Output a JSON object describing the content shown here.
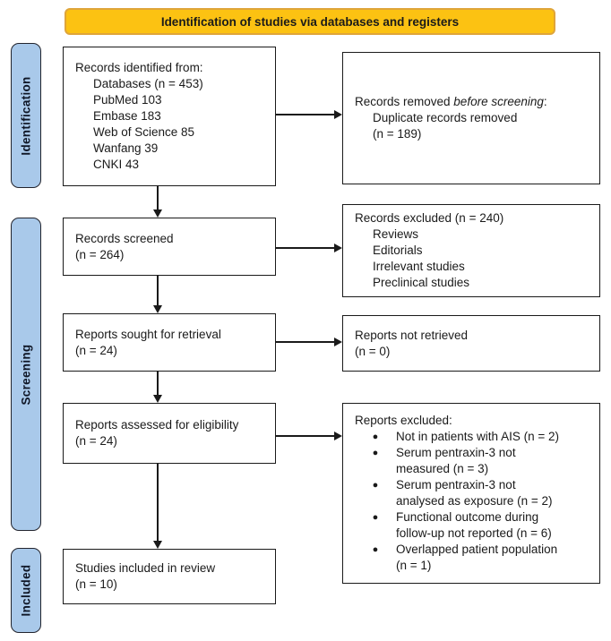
{
  "banner": {
    "label": "Identification of studies via databases and registers"
  },
  "stages": [
    {
      "label": "Identification"
    },
    {
      "label": "Screening"
    },
    {
      "label": "Included"
    }
  ],
  "flow": {
    "records_identified": {
      "title": "Records identified from:",
      "items": [
        "Databases (n = 453)",
        "PubMed 103",
        "Embase 183",
        "Web of Science 85",
        "Wanfang 39",
        "CNKI 43"
      ]
    },
    "records_removed": {
      "prefix": "Records removed ",
      "italic": "before screening",
      "suffix": ":",
      "lines": [
        "Duplicate records removed",
        "(n = 189)"
      ]
    },
    "records_screened": {
      "lines": [
        "Records screened",
        "(n = 264)"
      ]
    },
    "records_excluded": {
      "title": "Records excluded (n = 240)",
      "items": [
        "Reviews",
        "Editorials",
        "Irrelevant studies",
        "Preclinical studies"
      ]
    },
    "reports_sought": {
      "lines": [
        "Reports sought for retrieval",
        "(n = 24)"
      ]
    },
    "reports_not_retrieved": {
      "lines": [
        "Reports not retrieved",
        "(n = 0)"
      ]
    },
    "reports_assessed": {
      "lines": [
        "Reports assessed for eligibility",
        "(n = 24)"
      ]
    },
    "reports_excluded": {
      "title": "Reports excluded:",
      "bullets": [
        [
          "Not in patients with AIS (n = 2)"
        ],
        [
          "Serum pentraxin-3 not",
          "measured (n = 3)"
        ],
        [
          "Serum pentraxin-3 not",
          "analysed as exposure (n = 2)"
        ],
        [
          "Functional outcome during",
          "follow-up not reported (n = 6)"
        ],
        [
          "Overlapped patient population",
          "(n = 1)"
        ]
      ]
    },
    "studies_included": {
      "lines": [
        "Studies included in review",
        "(n = 10)"
      ]
    }
  },
  "colors": {
    "banner_fill": "#FCC212",
    "banner_border": "#DFA53A",
    "stage_fill": "#A9C9EA",
    "stage_border": "#23252E",
    "box_border": "#1A1A1A",
    "ink": "#1A1A1A"
  }
}
